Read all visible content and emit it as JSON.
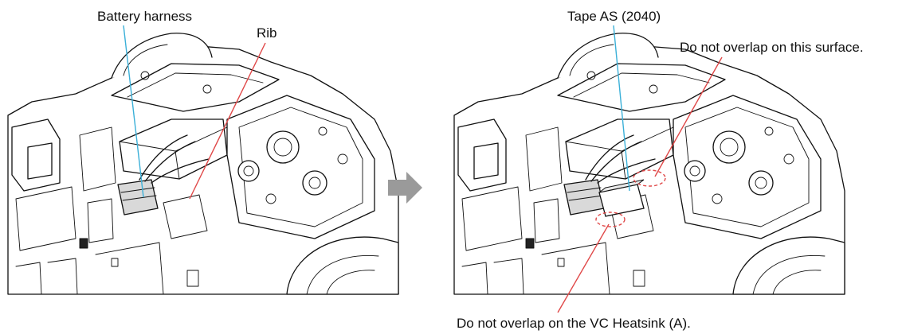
{
  "labels": {
    "battery_harness": "Battery harness",
    "rib": "Rib",
    "tape": "Tape AS (2040)",
    "no_overlap_surface": "Do not overlap on this surface.",
    "no_overlap_heatsink": "Do not overlap on the VC Heatsink (A)."
  },
  "colors": {
    "leader_blue": "#3bb0d8",
    "leader_red": "#e04848",
    "arrow_gray": "#9a9a9a",
    "dashed_red": "#e04848"
  },
  "icons": {
    "step_arrow": "right-arrow-icon"
  }
}
